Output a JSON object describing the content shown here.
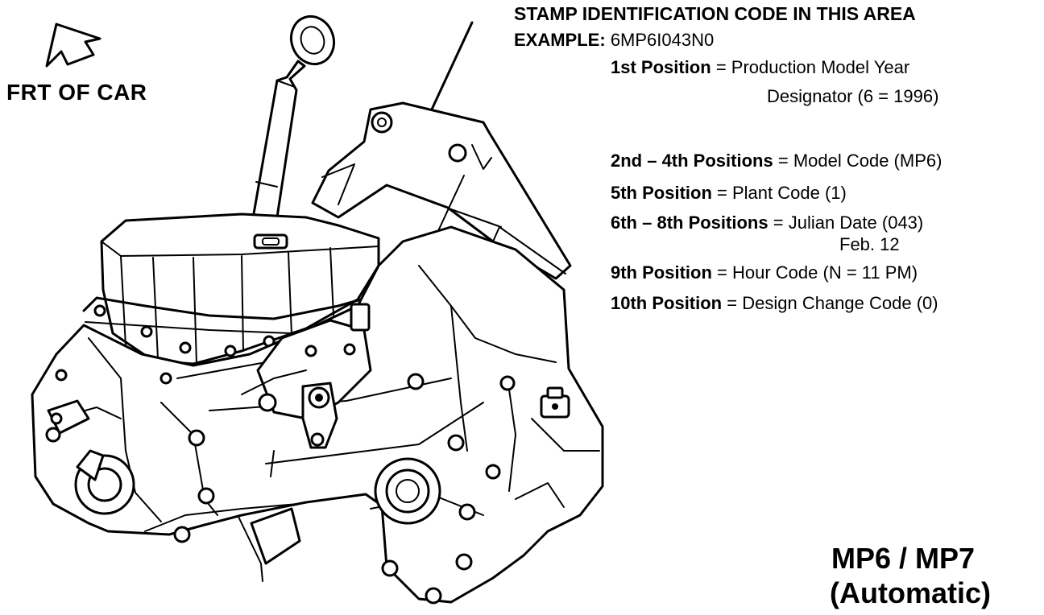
{
  "direction_label": "FRT OF CAR",
  "stamp": {
    "title": "STAMP IDENTIFICATION CODE IN THIS AREA",
    "example_label": "EXAMPLE:",
    "example_value": "6MP6I043N0"
  },
  "positions": [
    {
      "label": "1st Position",
      "sep": "=",
      "desc": "Production Model Year",
      "desc2": "Designator (6 = 1996)"
    },
    {
      "label": "2nd – 4th Positions",
      "sep": "=",
      "desc": "Model Code (MP6)"
    },
    {
      "label": "5th Position",
      "sep": "=",
      "desc": "Plant Code (1)"
    },
    {
      "label": "6th – 8th Positions",
      "sep": "=",
      "desc": "Julian Date (043)",
      "desc2": "Feb. 12"
    },
    {
      "label": "9th Position",
      "sep": "=",
      "desc": "Hour Code (N = 11 PM)"
    },
    {
      "label": "10th Position",
      "sep": "=",
      "desc": "Design Change Code (0)"
    }
  ],
  "model": {
    "line1": "MP6 / MP7",
    "line2": "(Automatic)"
  }
}
